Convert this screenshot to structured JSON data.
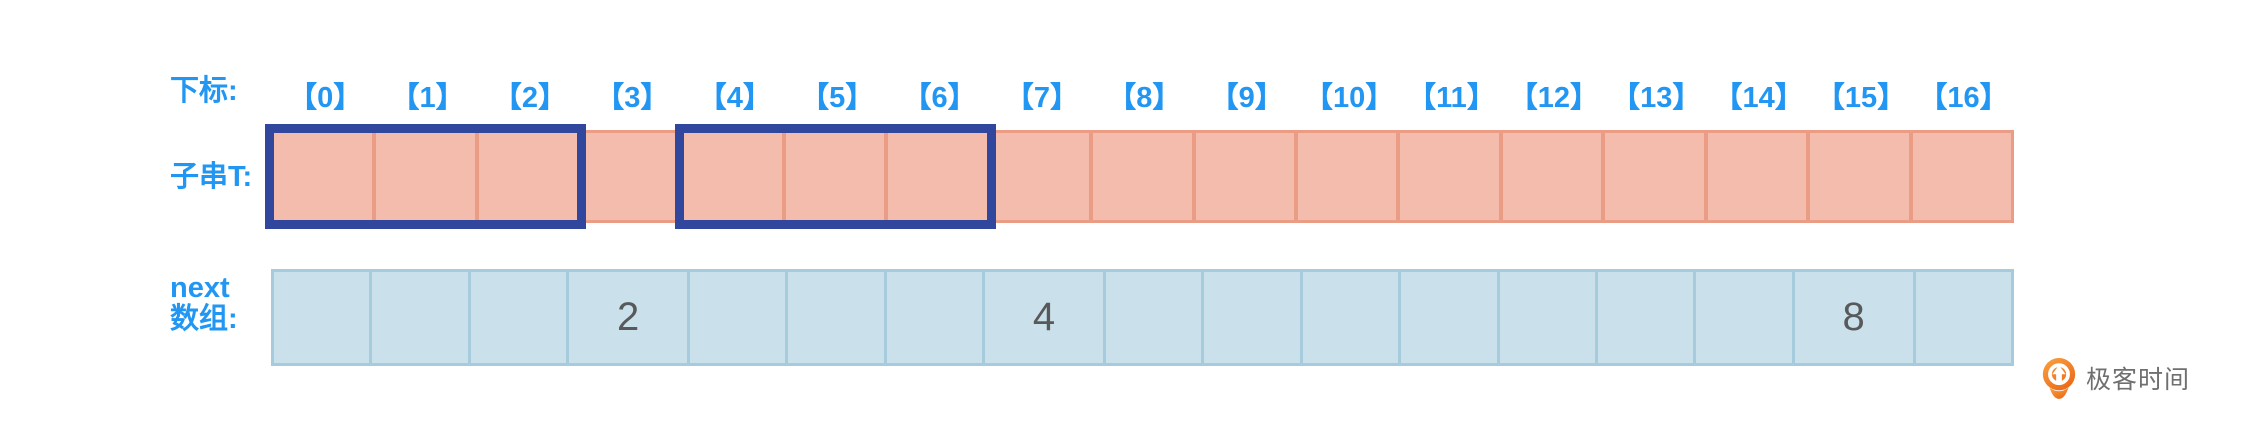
{
  "labels": {
    "index_row": "下标:",
    "substring_row": "子串T:",
    "next_row_line1": "next",
    "next_row_line2": "数组:"
  },
  "index_labels": [
    "【0】",
    "【1】",
    "【2】",
    "【3】",
    "【4】",
    "【5】",
    "【6】",
    "【7】",
    "【8】",
    "【9】",
    "【10】",
    "【11】",
    "【12】",
    "【13】",
    "【14】",
    "【15】",
    "【16】"
  ],
  "substring_cells": [
    "",
    "",
    "",
    "",
    "",
    "",
    "",
    "",
    "",
    "",
    "",
    "",
    "",
    "",
    "",
    "",
    ""
  ],
  "next_values": [
    "",
    "",
    "",
    "2",
    "",
    "",
    "",
    "4",
    "",
    "",
    "",
    "",
    "",
    "",
    "",
    "8",
    ""
  ],
  "highlight_boxes": [
    {
      "label": "cells-0-to-2",
      "start_index": 0,
      "end_index": 2
    },
    {
      "label": "cells-4-to-6",
      "start_index": 4,
      "end_index": 6
    }
  ],
  "colors": {
    "label_blue": "#2196F3",
    "cell_pink": "#F3BCAD",
    "cell_pink_border": "#EB9C85",
    "highlight_box": "#31479E",
    "cell_blue": "#CAE1EC",
    "cell_blue_border": "#A6CBDC",
    "value_gray": "#58595B",
    "logo_orange": "#EE7518",
    "logo_text_gray": "#6F6F6F"
  },
  "logo": {
    "text": "极客时间",
    "icon": "geektime-icon"
  }
}
